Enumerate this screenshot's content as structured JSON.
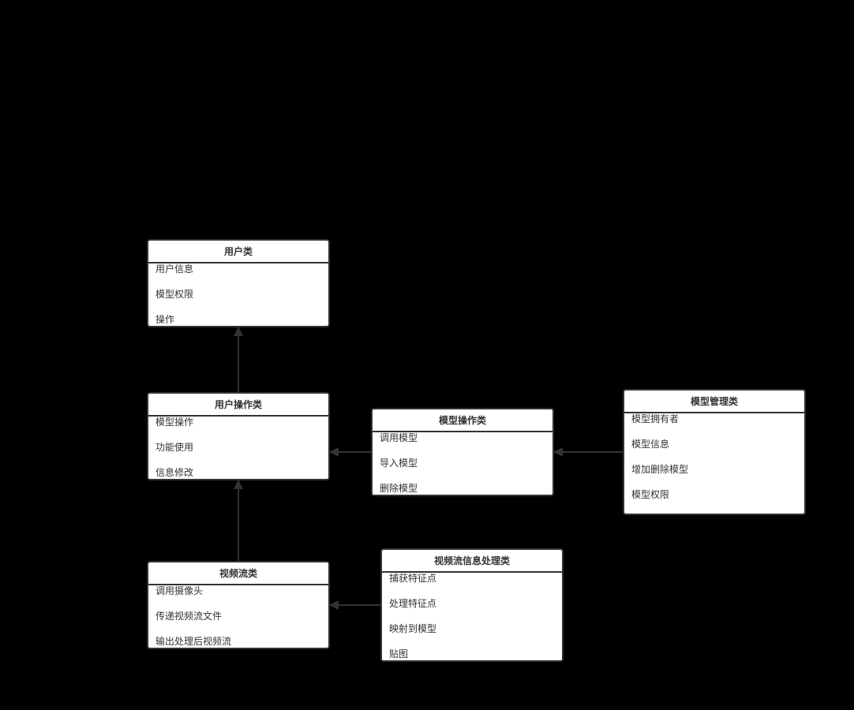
{
  "colors": {
    "background": "#000000",
    "box_fill": "#ffffff",
    "border": "#333333",
    "text": "#333333",
    "arrow": "#333333"
  },
  "classes": {
    "user": {
      "title": "用户类",
      "attrs": [
        "用户信息",
        "模型权限",
        "操作"
      ]
    },
    "user_op": {
      "title": "用户操作类",
      "attrs": [
        "模型操作",
        "功能使用",
        "信息修改"
      ]
    },
    "model_op": {
      "title": "模型操作类",
      "attrs": [
        "调用模型",
        "导入模型",
        "删除模型"
      ]
    },
    "model_mgmt": {
      "title": "模型管理类",
      "attrs": [
        "模型拥有者",
        "模型信息",
        "增加删除模型",
        "模型权限"
      ]
    },
    "video": {
      "title": "视频流类",
      "attrs": [
        "调用摄像头",
        "传递视频流文件",
        "输出处理后视频流"
      ]
    },
    "video_proc": {
      "title": "视频流信息处理类",
      "attrs": [
        "捕获特征点",
        "处理特征点",
        "映射到模型",
        "贴图"
      ]
    }
  },
  "relations": [
    {
      "from": "user_op",
      "to": "user"
    },
    {
      "from": "video",
      "to": "user_op"
    },
    {
      "from": "model_op",
      "to": "user_op"
    },
    {
      "from": "model_mgmt",
      "to": "model_op"
    },
    {
      "from": "video_proc",
      "to": "video"
    }
  ]
}
